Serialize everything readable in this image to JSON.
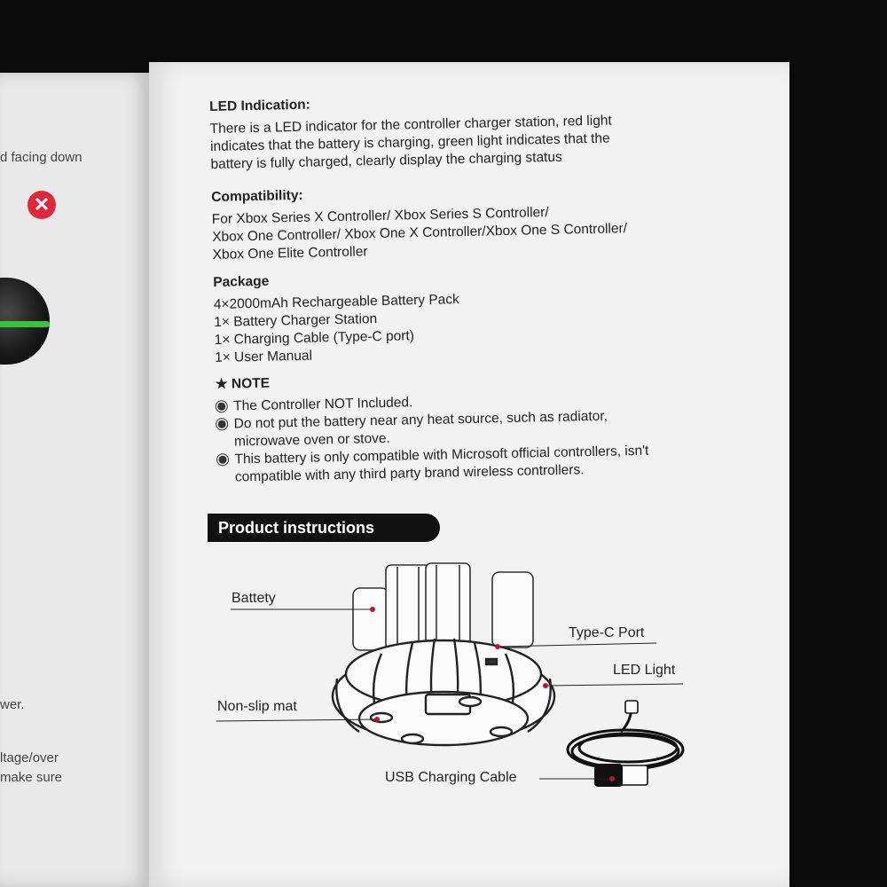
{
  "left_page": {
    "line1": "d facing down",
    "line2": "wer.",
    "line3": "ltage/over",
    "line4": "make sure"
  },
  "led": {
    "heading": "LED Indication:",
    "lines": [
      "There is a LED indicator for the controller charger station, red light",
      "indicates that the battery is charging, green light indicates that the",
      "battery is fully charged, clearly display the charging status"
    ]
  },
  "compat": {
    "heading": "Compatibility:",
    "lines": [
      "For Xbox Series X Controller/ Xbox Series S Controller/",
      "Xbox One Controller/ Xbox One X Controller/Xbox One S Controller/",
      "Xbox One Elite Controller"
    ]
  },
  "package": {
    "heading": "Package",
    "items": [
      "4×2000mAh Rechargeable Battery Pack",
      "1× Battery Charger Station",
      "1× Charging Cable (Type-C port)",
      "1× User Manual"
    ]
  },
  "note": {
    "heading": "★ NOTE",
    "items": [
      [
        "The Controller NOT Included."
      ],
      [
        "Do not put the battery near any heat source, such as radiator,",
        "microwave oven or stove."
      ],
      [
        "This battery is only compatible with Microsoft official controllers, isn't",
        "compatible with any third party brand wireless controllers."
      ]
    ]
  },
  "banner": "Product instructions",
  "diagram": {
    "battery_label": "Battety",
    "typec_label": "Type-C Port",
    "led_label": "LED Light",
    "mat_label": "Non-slip mat",
    "cable_label": "USB Charging Cable"
  },
  "colors": {
    "page": "#f2f2f2",
    "banner": "#111111",
    "indicator_dot": "#c8102e",
    "left_icon": "#e0283c",
    "left_accent": "#36c43c"
  },
  "icons": {
    "left_close": "close-icon",
    "note_bullet": "bullet-icon"
  }
}
